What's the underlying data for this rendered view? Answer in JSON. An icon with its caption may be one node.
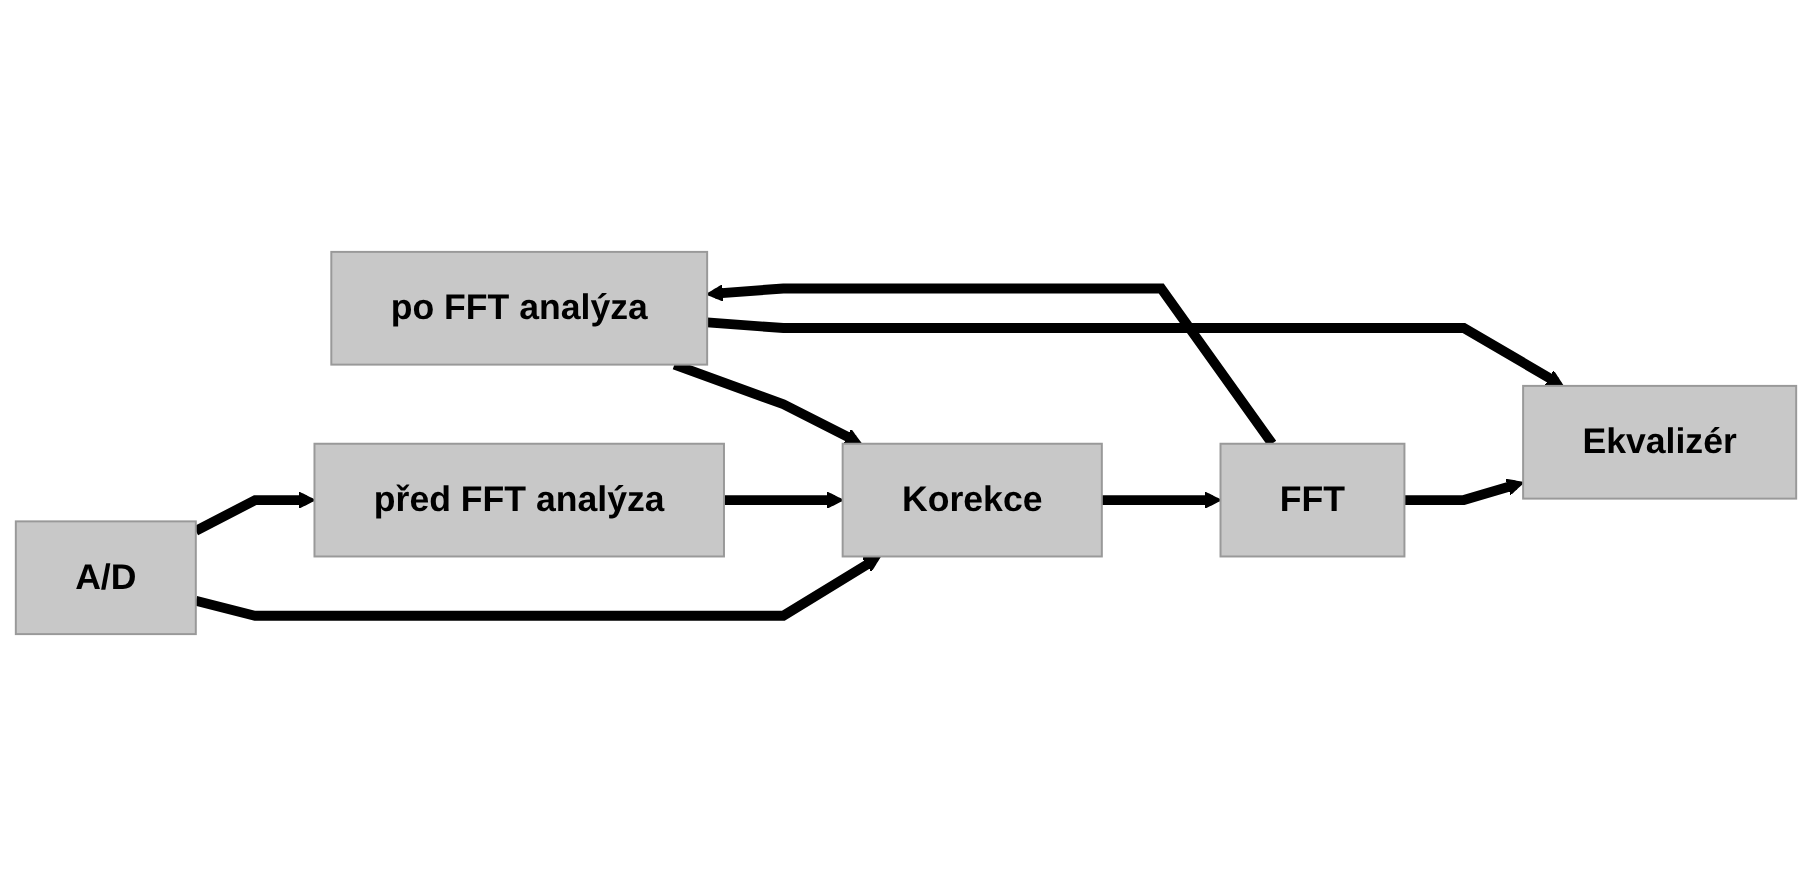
{
  "diagram": {
    "nodes": [
      {
        "text": [
          "po FFT analýza"
        ]
      },
      {
        "text": [
          "A/D"
        ]
      },
      {
        "text": [
          "Korekce"
        ]
      },
      {
        "text": [
          "FFT"
        ]
      },
      {
        "text": [
          "Ekvalizér"
        ]
      },
      {
        "text": [
          "před FFT analýza"
        ]
      }
    ],
    "edges": [
      {
        "from": 1,
        "to": 2,
        "arrow": "to"
      },
      {
        "from": 1,
        "to": 5,
        "arrow": "to"
      },
      {
        "from": 5,
        "to": 2,
        "arrow": "to"
      },
      {
        "from": 2,
        "to": 3,
        "arrow": "to"
      },
      {
        "from": 3,
        "to": 0,
        "arrow": "to"
      },
      {
        "from": 0,
        "to": 2,
        "arrow": "to"
      },
      {
        "from": 0,
        "to": 4,
        "arrow": "to"
      },
      {
        "from": 3,
        "to": 4,
        "arrow": "to"
      }
    ]
  }
}
